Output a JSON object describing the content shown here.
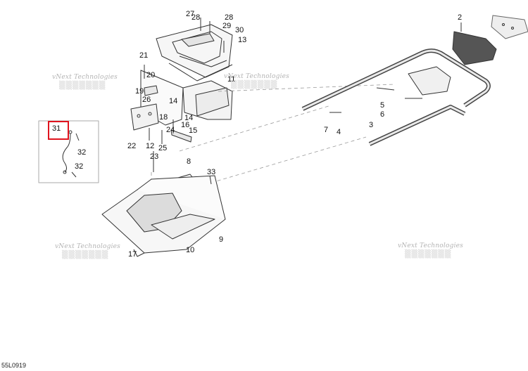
{
  "diagram": {
    "callouts": [
      "27",
      "28",
      "28",
      "29",
      "30",
      "13",
      "2",
      "21",
      "20",
      "11",
      "19",
      "26",
      "14",
      "14",
      "18",
      "24",
      "16",
      "15",
      "5",
      "6",
      "7",
      "4",
      "3",
      "31",
      "32",
      "32",
      "22",
      "12",
      "25",
      "8",
      "23",
      "33",
      "9",
      "10",
      "17"
    ],
    "highlighted": "31",
    "drawing_code": "55L0919",
    "watermarks": [
      "vNext Technologies",
      "vNext Technologies",
      "vNext Technologies",
      "vNext Technologies"
    ],
    "accent": "#e0141e"
  }
}
